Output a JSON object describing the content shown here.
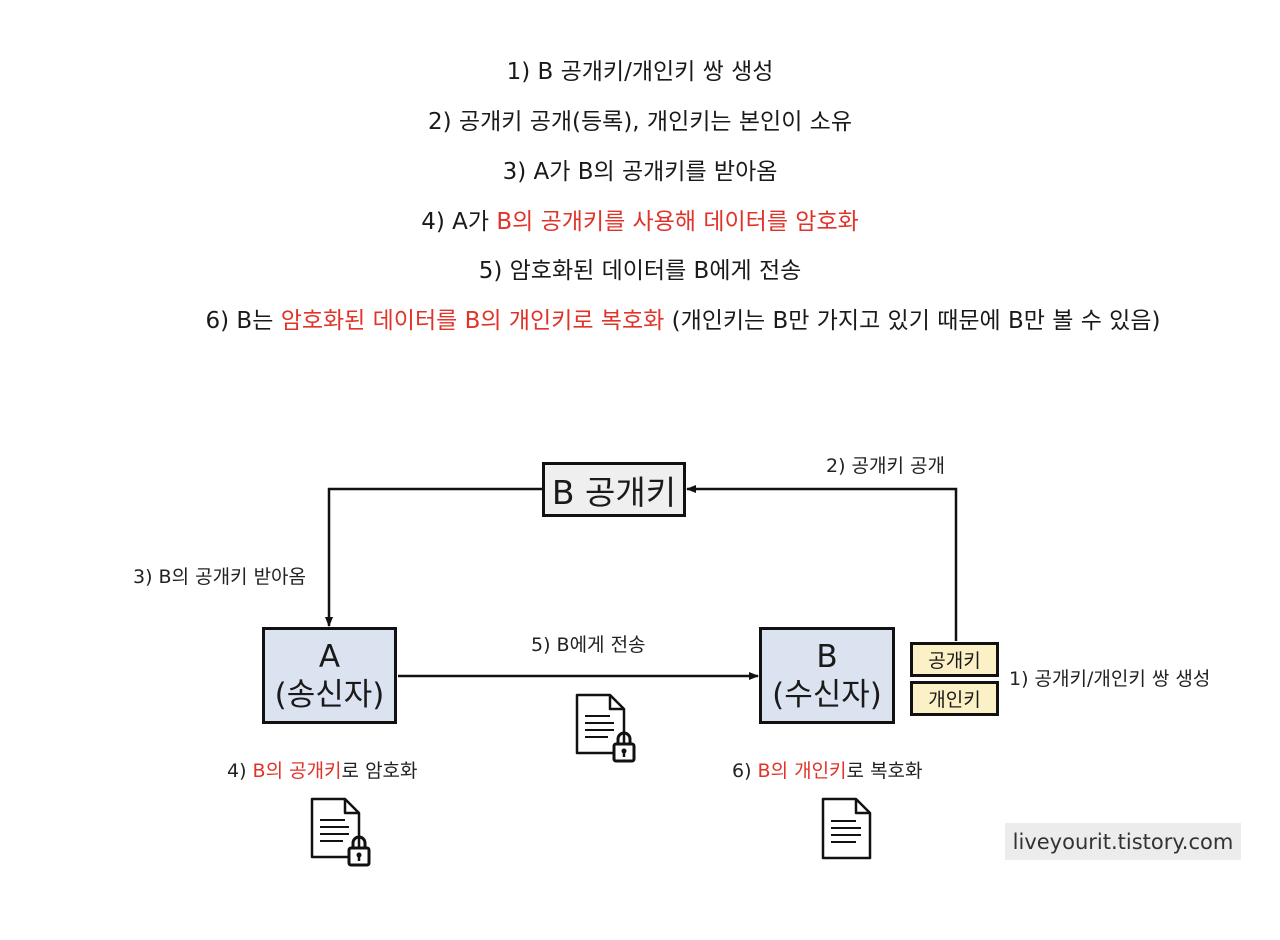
{
  "steps": {
    "s1": "1) B 공개키/개인키 쌍 생성",
    "s2": "2) 공개키 공개(등록), 개인키는 본인이 소유",
    "s3": "3) A가 B의 공개키를 받아옴",
    "s4_prefix": "4) A가 ",
    "s4_highlight": "B의 공개키를 사용해 데이터를 암호화",
    "s5": "5) 암호화된 데이터를 B에게 전송",
    "s6_prefix": "6) B는 ",
    "s6_highlight": "암호화된 데이터를 B의 개인키로 복호화",
    "s6_suffix": " (개인키는 B만 가지고 있기 때문에 B만 볼 수 있음)"
  },
  "diagram": {
    "public_key_box": "B 공개키",
    "sender": {
      "name": "A",
      "role": "(송신자)"
    },
    "receiver": {
      "name": "B",
      "role": "(수신자)"
    },
    "key_public": "공개키",
    "key_private": "개인키",
    "label_publish": "2) 공개키 공개",
    "label_receive": "3) B의 공개키 받아옴",
    "label_send": "5) B에게 전송",
    "label_generate": "1) 공개키/개인키 쌍 생성",
    "encrypt_prefix": "4) ",
    "encrypt_highlight": "B의 공개키",
    "encrypt_suffix": "로 암호화",
    "decrypt_prefix": "6) ",
    "decrypt_highlight": "B의 개인키",
    "decrypt_suffix": "로 복호화"
  },
  "icons": {
    "locked_doc_encrypt": "locked-document-icon",
    "locked_doc_transit": "locked-document-icon",
    "plain_doc": "document-icon"
  },
  "colors": {
    "highlight": "#e0332a",
    "party_fill": "#dce3f0",
    "key_fill": "#fcf0c6",
    "pubkey_fill": "#efefef"
  },
  "watermark": "liveyourit.tistory.com"
}
